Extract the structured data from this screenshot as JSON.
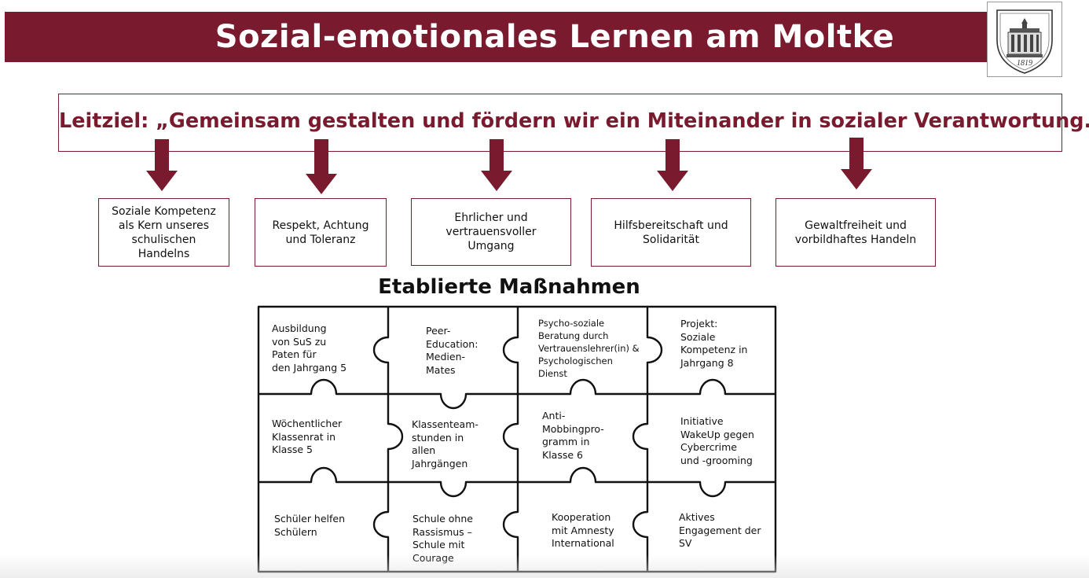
{
  "title": "Sozial-emotionales Lernen am Moltke",
  "crest": {
    "year": "1819"
  },
  "goal": "Leitziel: „Gemeinsam gestalten und fördern wir ein Miteinander in sozialer Verantwortung.“",
  "values": [
    "Soziale Kompetenz\nals Kern unseres\nschulischen\nHandelns",
    "Respekt, Achtung\nund Toleranz",
    "Ehrlicher und\nvertrauensvoller\nUmgang",
    "Hilfsbereitschaft und\nSolidarität",
    "Gewaltfreiheit und\nvorbildhaftes Handeln"
  ],
  "measures_heading": "Etablierte Maßnahmen",
  "measures": [
    "Ausbildung\nvon SuS zu\nPaten für\nden Jahrgang 5",
    "Peer-\nEducation:\nMedien-\nMates",
    "Psycho-soziale\nBeratung durch\nVertrauenslehrer(in) &\nPsychologischen\nDienst",
    "Projekt:\nSoziale\nKompetenz in\nJahrgang 8",
    "Wöchentlicher\nKlassenrat in\nKlasse 5",
    "Klassenteam-\nstunden in\nallen\nJahrgängen",
    "Anti-\nMobbingpro-\ngramm in\nKlasse 6",
    "Initiative\nWakeUp gegen\nCybercrime\nund -grooming",
    "Schüler helfen\nSchülern",
    "Schule ohne\nRassismus –\nSchule mit\nCourage",
    "Kooperation\nmit Amnesty\nInternational",
    "Aktives\nEngagement der\nSV"
  ],
  "colors": {
    "accent": "#7a1a2e",
    "text": "#111111",
    "background": "#ffffff"
  }
}
